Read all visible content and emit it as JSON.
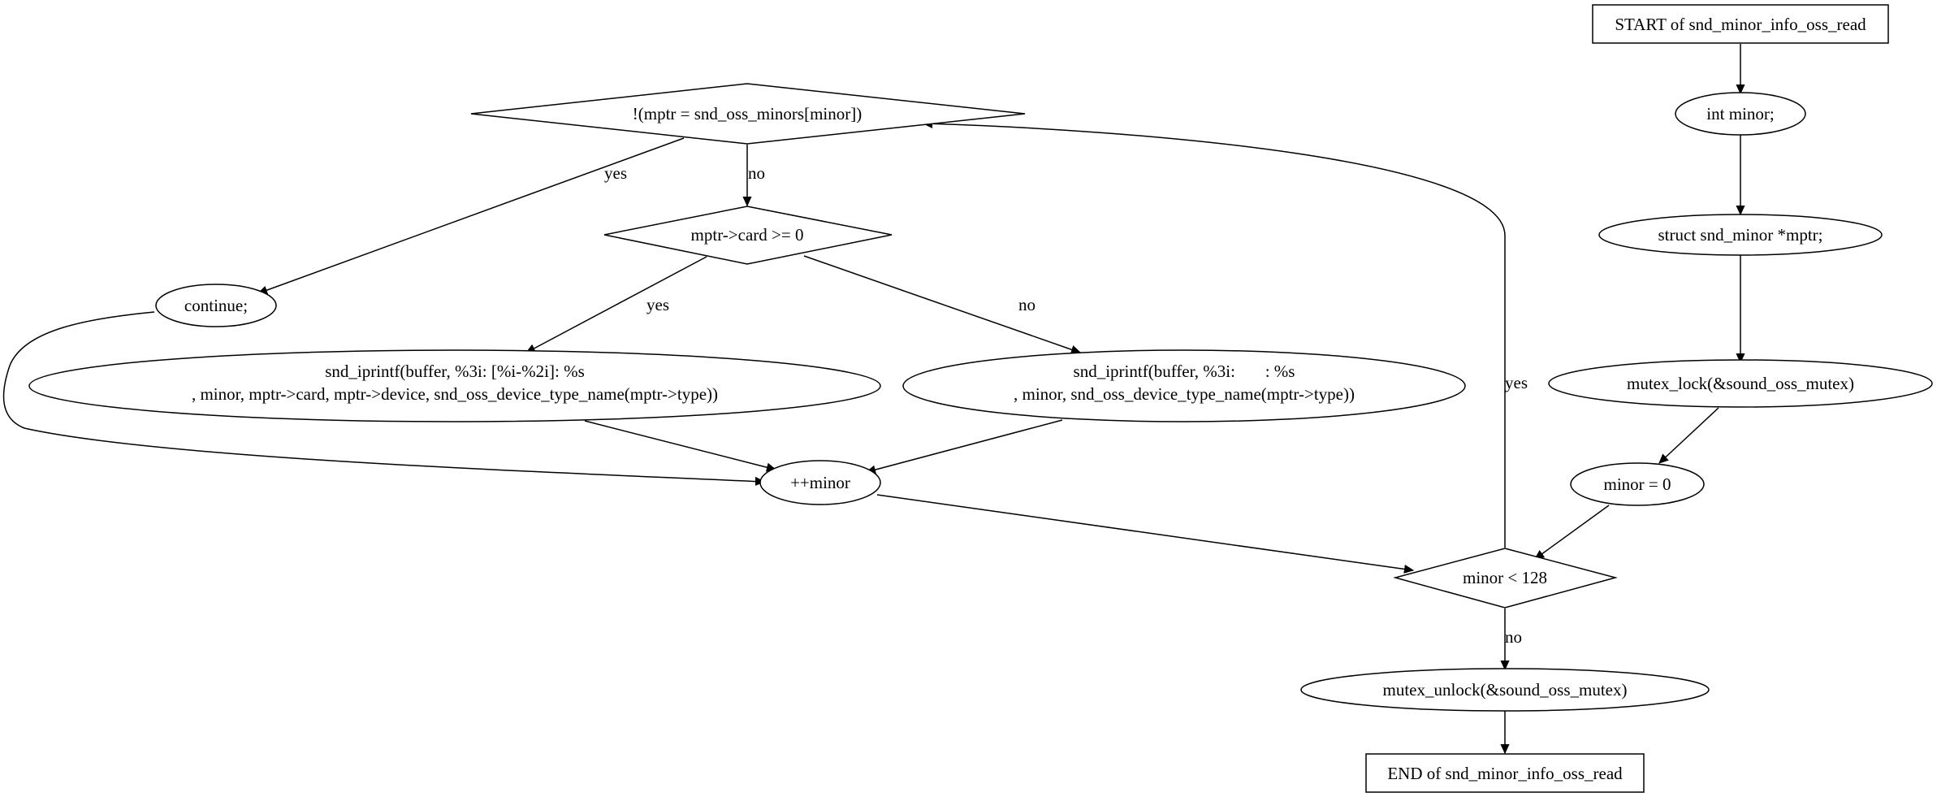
{
  "nodes": {
    "start": {
      "text": "START of snd_minor_info_oss_read"
    },
    "int_minor": {
      "text": "int minor;"
    },
    "struct_mptr": {
      "text": "struct snd_minor *mptr;"
    },
    "mutex_lock": {
      "text": "mutex_lock(&sound_oss_mutex)",
      "fill": "#add8e6"
    },
    "minor_init": {
      "text": "minor = 0"
    },
    "minor_cond": {
      "text": "minor < 128"
    },
    "mptr_cond": {
      "text": "!(mptr = snd_oss_minors[minor])"
    },
    "card_cond": {
      "text": "mptr->card >= 0"
    },
    "continue_stmt": {
      "text": "continue;"
    },
    "iprintf_card": {
      "line1": "snd_iprintf(buffer, %3i: [%i-%2i]: %s",
      "line2": ", minor, mptr->card, mptr->device, snd_oss_device_type_name(mptr->type))"
    },
    "iprintf_nocard": {
      "line1": "snd_iprintf(buffer, %3i:       : %s",
      "line2": ", minor, snd_oss_device_type_name(mptr->type))"
    },
    "increment": {
      "text": "++minor"
    },
    "mutex_unlock": {
      "text": "mutex_unlock(&sound_oss_mutex)",
      "fill": "#ffff00"
    },
    "end": {
      "text": "END of snd_minor_info_oss_read"
    }
  },
  "edge_labels": {
    "mptr_yes": "yes",
    "mptr_no": "no",
    "card_yes": "yes",
    "card_no": "no",
    "loop_yes": "yes",
    "loop_no": "no"
  }
}
